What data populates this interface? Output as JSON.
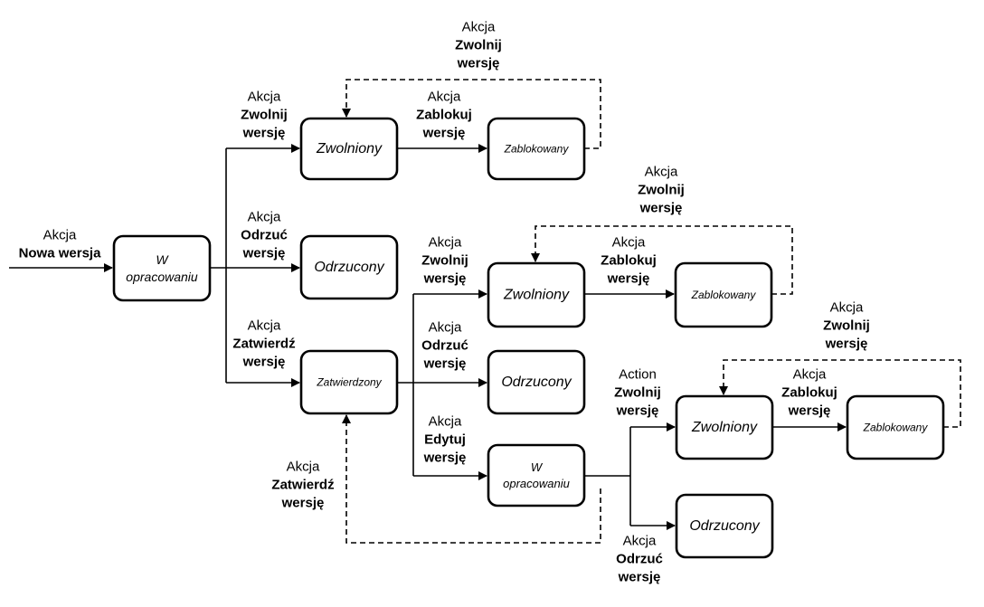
{
  "nodes": {
    "w_start": {
      "lines": [
        "W",
        "opracowaniu"
      ]
    },
    "zwolniony_1": {
      "lines": [
        "Zwolniony"
      ]
    },
    "zablokowany_1": {
      "lines": [
        "Zablokowany"
      ]
    },
    "odrzucony_1": {
      "lines": [
        "Odrzucony"
      ]
    },
    "zatwierdzony": {
      "lines": [
        "Zatwierdzony"
      ]
    },
    "zwolniony_2": {
      "lines": [
        "Zwolniony"
      ]
    },
    "zablokowany_2": {
      "lines": [
        "Zablokowany"
      ]
    },
    "odrzucony_2": {
      "lines": [
        "Odrzucony"
      ]
    },
    "w_edit": {
      "lines": [
        "W",
        "opracowaniu"
      ]
    },
    "zwolniony_3": {
      "lines": [
        "Zwolniony"
      ]
    },
    "zablokowany_3": {
      "lines": [
        "Zablokowany"
      ]
    },
    "odrzucony_3": {
      "lines": [
        "Odrzucony"
      ]
    }
  },
  "labels": {
    "nowa_wersja": [
      "Akcja",
      "Nowa wersja"
    ],
    "zwolnij_1": [
      "Akcja",
      "Zwolnij",
      "wersję"
    ],
    "zablokuj_1": [
      "Akcja",
      "Zablokuj",
      "wersję"
    ],
    "zwolnij_loop_1": [
      "Akcja",
      "Zwolnij",
      "wersję"
    ],
    "odrzuc_1": [
      "Akcja",
      "Odrzuć",
      "wersję"
    ],
    "zatwierdz_1": [
      "Akcja",
      "Zatwierdź",
      "wersję"
    ],
    "zwolnij_2": [
      "Akcja",
      "Zwolnij",
      "wersję"
    ],
    "zablokuj_2": [
      "Akcja",
      "Zablokuj",
      "wersję"
    ],
    "zwolnij_loop_2": [
      "Akcja",
      "Zwolnij",
      "wersję"
    ],
    "odrzuc_2": [
      "Akcja",
      "Odrzuć",
      "wersję"
    ],
    "edytuj": [
      "Akcja",
      "Edytuj",
      "wersję"
    ],
    "zatwierdz_back": [
      "Akcja",
      "Zatwierdź",
      "wersję"
    ],
    "zwolnij_3": [
      "Action",
      "Zwolnij",
      "wersję"
    ],
    "zablokuj_3": [
      "Akcja",
      "Zablokuj",
      "wersję"
    ],
    "zwolnij_loop_3": [
      "Akcja",
      "Zwolnij",
      "wersję"
    ],
    "odrzuc_3": [
      "Akcja",
      "Odrzuć",
      "wersję"
    ]
  }
}
